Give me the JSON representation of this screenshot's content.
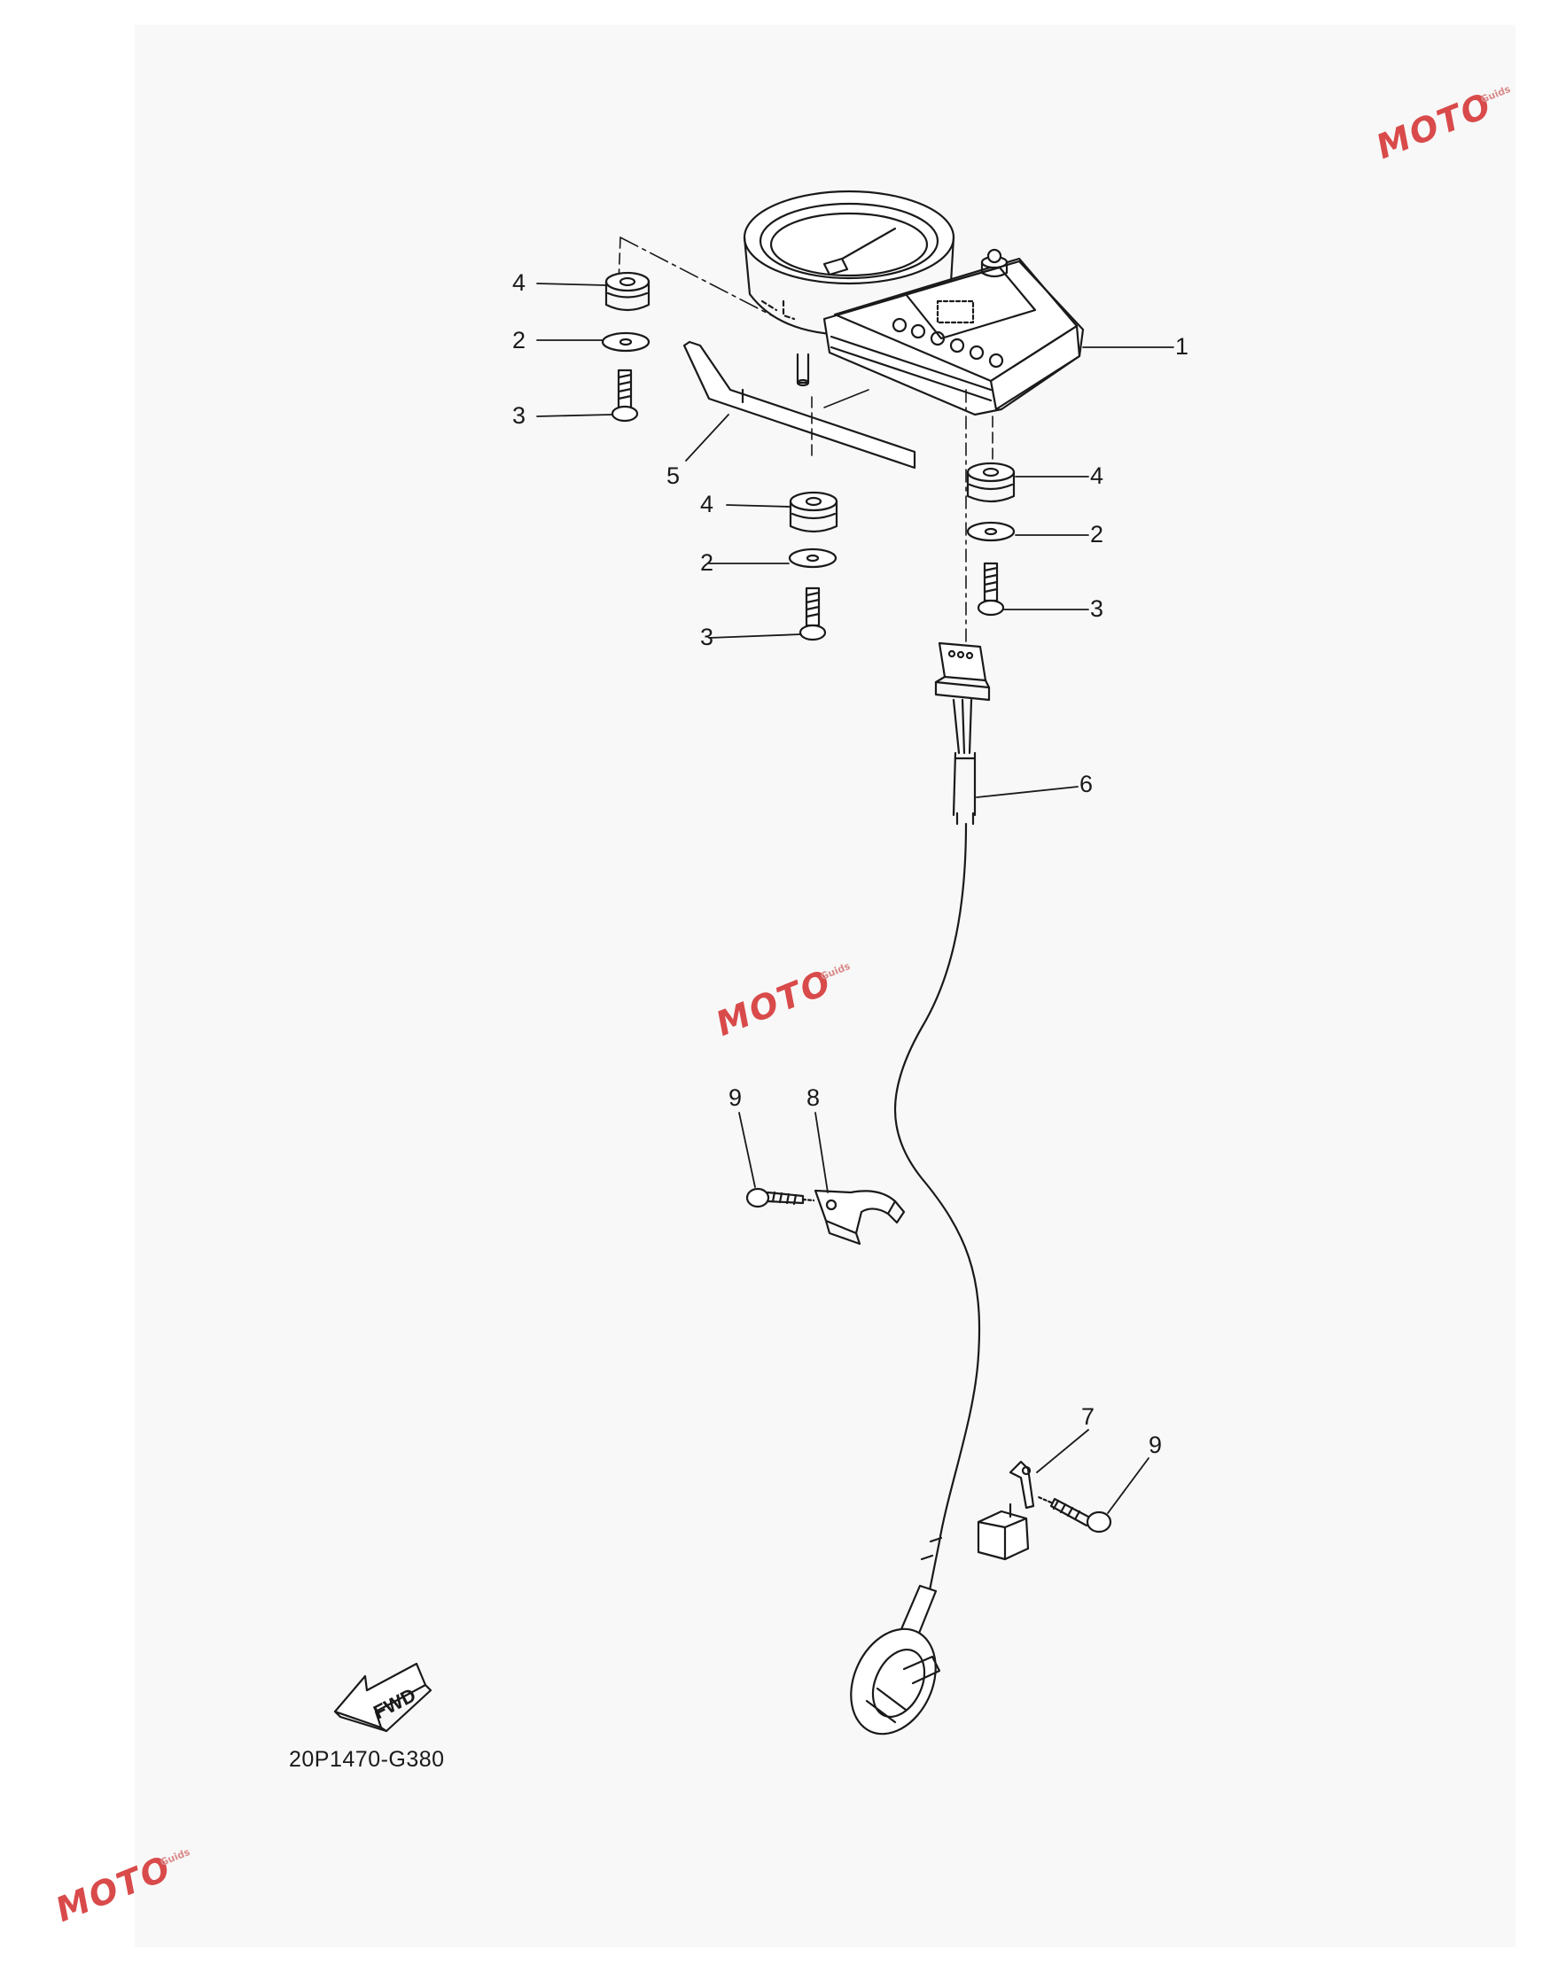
{
  "diagram": {
    "drawing_code": "20P1470-G380",
    "fwd_label": "FWD",
    "callouts": [
      {
        "id": "c1",
        "label": "1"
      },
      {
        "id": "c2a",
        "label": "2"
      },
      {
        "id": "c2b",
        "label": "2"
      },
      {
        "id": "c2c",
        "label": "2"
      },
      {
        "id": "c3a",
        "label": "3"
      },
      {
        "id": "c3b",
        "label": "3"
      },
      {
        "id": "c3c",
        "label": "3"
      },
      {
        "id": "c4a",
        "label": "4"
      },
      {
        "id": "c4b",
        "label": "4"
      },
      {
        "id": "c4c",
        "label": "4"
      },
      {
        "id": "c5",
        "label": "5"
      },
      {
        "id": "c6",
        "label": "6"
      },
      {
        "id": "c7",
        "label": "7"
      },
      {
        "id": "c8",
        "label": "8"
      },
      {
        "id": "c9a",
        "label": "9"
      },
      {
        "id": "c9b",
        "label": "9"
      }
    ]
  },
  "watermark": {
    "word": "MOTO",
    "sub": "Guids",
    "color": "#d94a4a"
  },
  "colors": {
    "line": "#1a1a1a",
    "sheet": "#f8f8f8"
  }
}
